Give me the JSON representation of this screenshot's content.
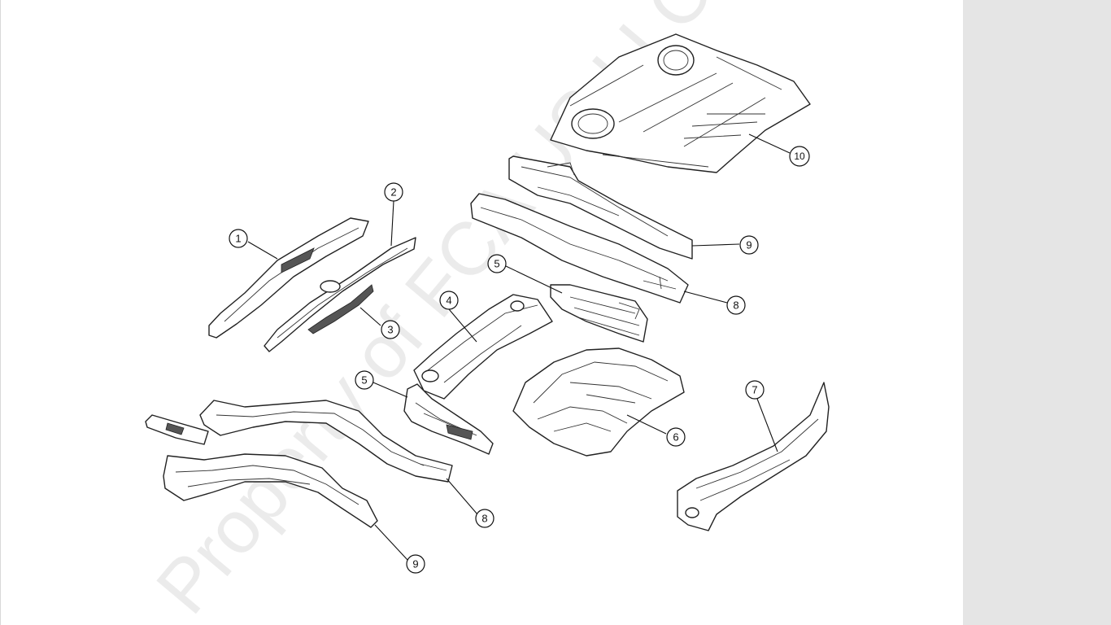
{
  "diagram": {
    "watermark": "Property of FCA US LLC",
    "callouts": [
      "1",
      "2",
      "3",
      "4",
      "5",
      "5",
      "6",
      "7",
      "8",
      "8",
      "9",
      "9",
      "10"
    ],
    "colors": {
      "panel": "#e5e5e5",
      "line": "#222222",
      "watermark": "#dcdcdc"
    }
  }
}
